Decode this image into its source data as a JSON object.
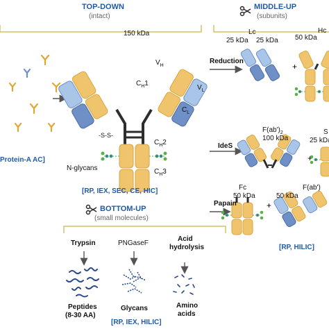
{
  "top_down": {
    "title": "TOP-DOWN",
    "subtitle": "(intact)",
    "mass": "150 kDa"
  },
  "intact": {
    "vh": "VH",
    "ch1": "CH1",
    "vl": "VL",
    "cl": "CL",
    "ch2": "CH2",
    "ch3": "CH3",
    "ss": "-S-S-",
    "nglycans": "N-glycans",
    "protein_a": "Protein-A AC]",
    "methods": "[RP, IEX, SEC, CE, HIC]"
  },
  "middle_up": {
    "title": "MIDDLE-UP",
    "subtitle": "(subunits)",
    "reduction": "Reduction",
    "lc": "Lc",
    "lc_mass": "25 kDa",
    "lc_mass2": "25 kDa",
    "hc": "Hc",
    "hc_mass": "50 kDa",
    "ides": "IdeS",
    "fab2": "F(ab')2",
    "fab2_mass": "100 kDa",
    "scfc_s": "S",
    "scfc_mass": "25 kDa",
    "papain": "Papain",
    "fc": "Fc",
    "fc_mass": "50 kDa",
    "fab": "F(ab')",
    "fab_mass": "50 kDa",
    "methods": "[RP, HILIC]"
  },
  "bottom_up": {
    "title": "BOTTOM-UP",
    "subtitle": "(small molecules)",
    "trypsin": "Trypsin",
    "pngasef": "PNGaseF",
    "acid": "Acid",
    "hydrolysis": "hydrolysis",
    "peptides": "Peptides",
    "peptides_range": "(8-30 AA)",
    "glycans": "Glycans",
    "amino": "Amino",
    "acids": "acids",
    "methods": "[RP, IEX, HILIC]"
  },
  "colors": {
    "heavy": "#f0c46c",
    "light": "#a9c6e8",
    "light_dark": "#6f8fc7",
    "heavy_dark": "#d9a640",
    "blue_text": "#1f5aa6",
    "bracket": "#c9b44a"
  }
}
